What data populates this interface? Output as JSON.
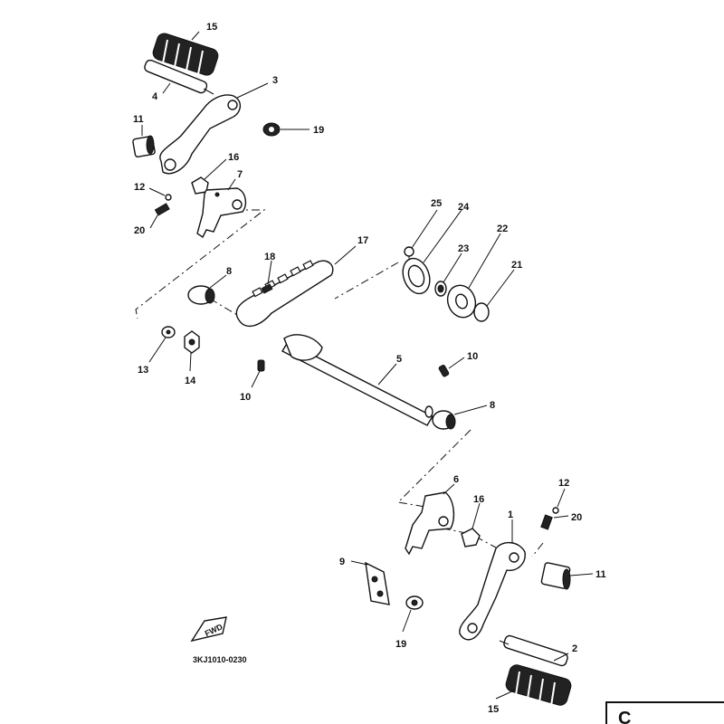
{
  "diagram": {
    "drawing_code": "3KJ1010-0230",
    "corner_letter": "C",
    "fwd_mark": "FWD",
    "callouts": {
      "p15a": "15",
      "p4": "4",
      "p3": "3",
      "p11a": "11",
      "p19a": "19",
      "p16a": "16",
      "p7": "7",
      "p12a": "12",
      "p20a": "20",
      "p25": "25",
      "p24": "24",
      "p17": "17",
      "p22": "22",
      "p23": "23",
      "p21": "21",
      "p18": "18",
      "p8a": "8",
      "p13": "13",
      "p14": "14",
      "p5": "5",
      "p10a": "10",
      "p10b": "10",
      "p8b": "8",
      "p6": "6",
      "p16b": "16",
      "p1": "1",
      "p12b": "12",
      "p20b": "20",
      "p11b": "11",
      "p9": "9",
      "p19b": "19",
      "p2": "2",
      "p15b": "15"
    }
  }
}
